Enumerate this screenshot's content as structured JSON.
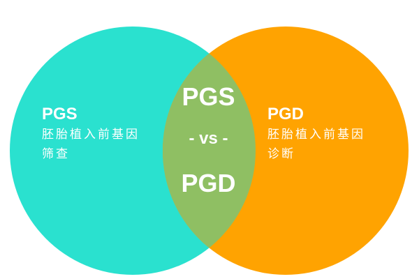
{
  "colors": {
    "left": "#2AE1CF",
    "right": "#FFA301",
    "overlap": "#8FBF63"
  },
  "left": {
    "title": "PGS",
    "line1": "胚胎植入前基因",
    "line2": "筛查"
  },
  "right": {
    "title": "PGD",
    "line1": "胚胎植入前基因",
    "line2": "诊断"
  },
  "center": {
    "top": "PGS",
    "mid": "- vs -",
    "bottom": "PGD"
  }
}
